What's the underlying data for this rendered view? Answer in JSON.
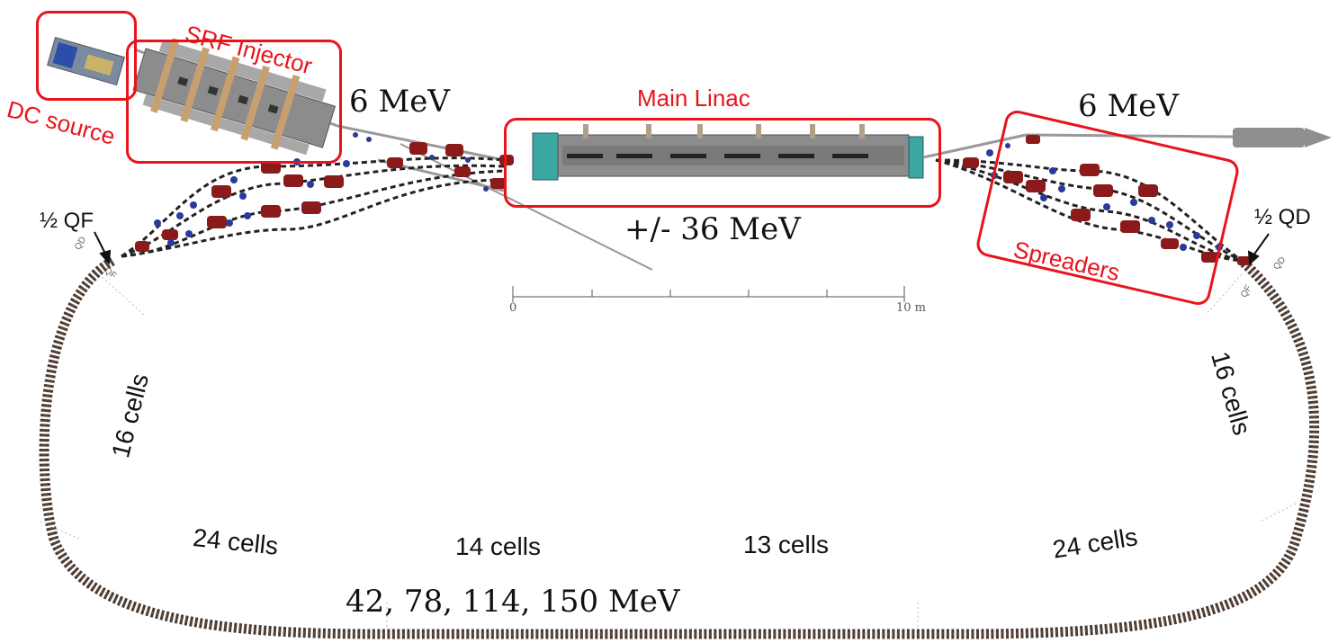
{
  "labels": {
    "srf_injector": "SRF Injector",
    "dc_source": "DC source",
    "main_linac": "Main Linac",
    "spreaders": "Spreaders",
    "energy_left": "6 MeV",
    "energy_right": "6 MeV",
    "linac_energy": "+/- 36 MeV",
    "ring_energies": "42, 78, 114, 150 MeV",
    "half_qf": "½ QF",
    "half_qd": "½ QD",
    "qd_small": "QD",
    "qf_small": "QF",
    "cells_left_arc": "16 cells",
    "cells_right_arc": "16 cells",
    "cells_bottom_left": "24 cells",
    "cells_bottom_mid_left": "14 cells",
    "cells_bottom_mid_right": "13 cells",
    "cells_bottom_right": "24 cells"
  },
  "scale_bar": {
    "start_label": "0",
    "end_label": "10 m"
  },
  "colors": {
    "highlight": "#e8141c",
    "magnet_dipole": "#8b1a1a",
    "magnet_quad": "#2a3a9a",
    "ring_magnet": "#4a3a30",
    "beam_pipe": "#9a9a9a",
    "cryomodule": "#8c8c8c"
  }
}
